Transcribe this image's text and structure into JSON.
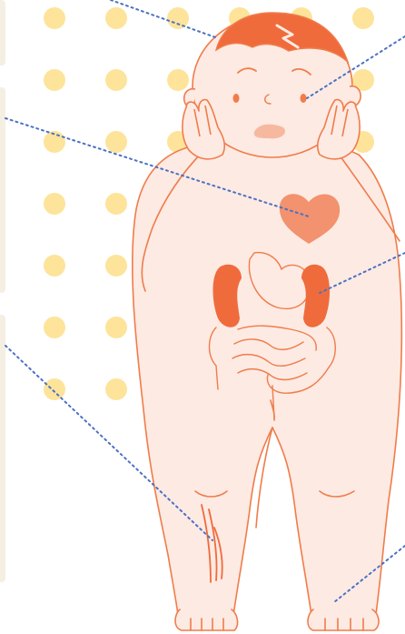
{
  "colors": {
    "background": "#ffffff",
    "dots": "#fde49a",
    "panel": "#f5efe3",
    "skin": "#fdeae3",
    "outline": "#f07c4a",
    "hair": "#f06b3c",
    "organ": "#f06b3c",
    "heart": "#f2926e",
    "mouth": "#f6b9a0",
    "eyes": "#f07c4a",
    "leader_lines": "#4a72c2"
  },
  "icons": [
    "hair-icon",
    "brain-icon",
    "worried-face-icon",
    "heart-icon",
    "kidneys-icon",
    "stomach-icon",
    "intestines-icon",
    "leg-veins-icon",
    "feet-icon"
  ],
  "callouts": [
    {
      "target": "head",
      "color": "#4a72c2"
    },
    {
      "target": "eyes",
      "color": "#4a72c2"
    },
    {
      "target": "heart",
      "color": "#4a72c2"
    },
    {
      "target": "kidneys",
      "color": "#4a72c2"
    },
    {
      "target": "leg-veins",
      "color": "#4a72c2"
    },
    {
      "target": "feet",
      "color": "#4a72c2"
    }
  ]
}
